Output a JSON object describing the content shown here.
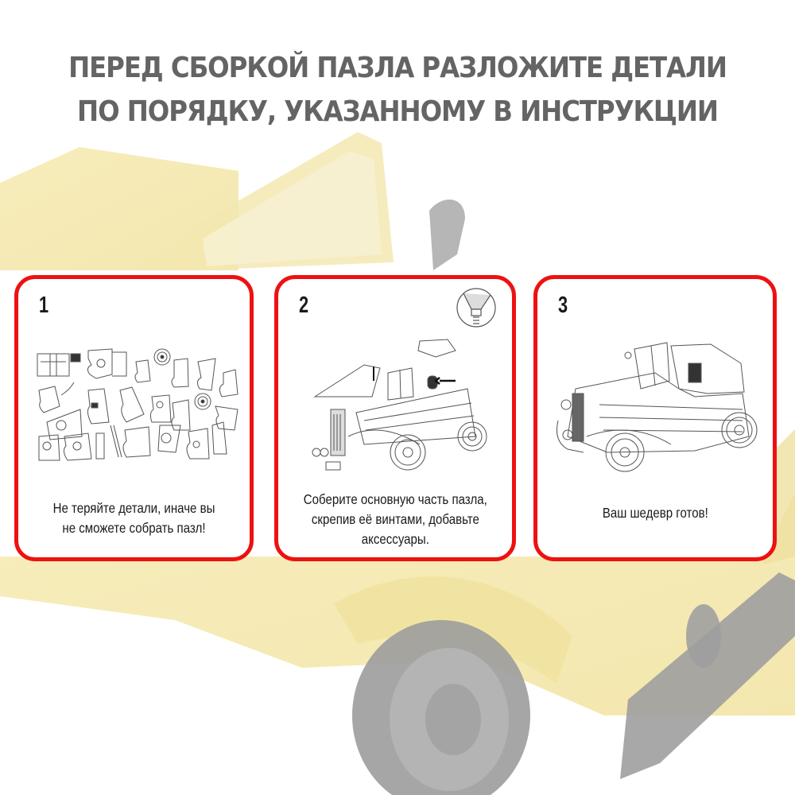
{
  "header": {
    "title_line_1": "ПЕРЕД СБОРКОЙ ПАЗЛА РАЗЛОЖИТЕ ДЕТАЛИ",
    "title_line_2": "ПО ПОРЯДКУ, УКАЗАННОМУ В ИНСТРУКЦИИ",
    "color": "#646464"
  },
  "background": {
    "image": "faded-yellow-crystal-retro-car-photo",
    "car_color": "#f3e6a0",
    "wheel_color": "#9a9a9a"
  },
  "steps": [
    {
      "number": "1",
      "illustration": "scattered-puzzle-pieces-icon",
      "caption_line_1": "Не теряйте детали, иначе вы",
      "caption_line_2": "не сможете собрать пазл!"
    },
    {
      "number": "2",
      "illustration": "car-partial-assembly-icon",
      "inset": "screw-tightening-icon",
      "caption_line_1": "Соберите основную часть пазла,",
      "caption_line_2": "скрепив её винтами, добавьте",
      "caption_line_3": "аксессуары."
    },
    {
      "number": "3",
      "illustration": "assembled-retro-car-icon",
      "caption_line_1": "Ваш шедевр готов!"
    }
  ],
  "colors": {
    "card_border": "#ee1111",
    "text": "#1a1a1a"
  }
}
